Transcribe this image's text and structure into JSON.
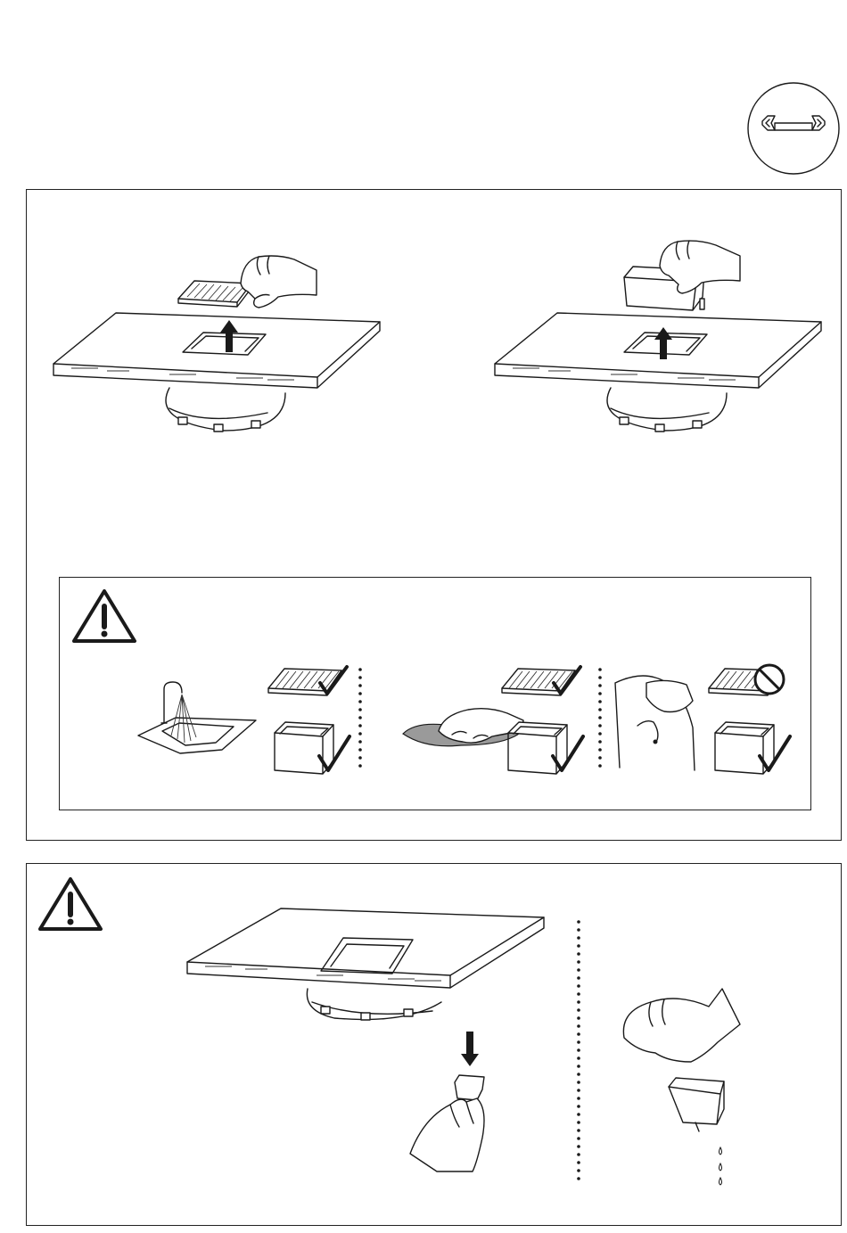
{
  "header": {
    "icon": "wrench-icon"
  },
  "panel_top": {
    "steps": [
      {
        "icon": "grease-filter-grid",
        "action": "lift-up-arrow"
      },
      {
        "icon": "grease-filter-tray",
        "action": "lift-up-arrow"
      }
    ],
    "cleaning": {
      "icon": "warning-triangle-icon",
      "methods": [
        {
          "icon": "faucet-sink-icon",
          "grid_ok": true,
          "tray_ok": true
        },
        {
          "icon": "cloth-wipe-icon",
          "grid_ok": true,
          "tray_ok": true
        },
        {
          "icon": "dishwasher-hand-icon",
          "grid_ok": false,
          "tray_ok": true
        }
      ]
    }
  },
  "panel_bottom": {
    "icon": "warning-triangle-icon",
    "steps": [
      {
        "icon": "liquid-collector-remove",
        "action": "pull-down-arrow"
      },
      {
        "icon": "liquid-collector-empty",
        "action": "drip"
      }
    ]
  },
  "colors": {
    "line": "#1a1a1a",
    "cloth": "#9a9a9a",
    "background": "#ffffff"
  }
}
